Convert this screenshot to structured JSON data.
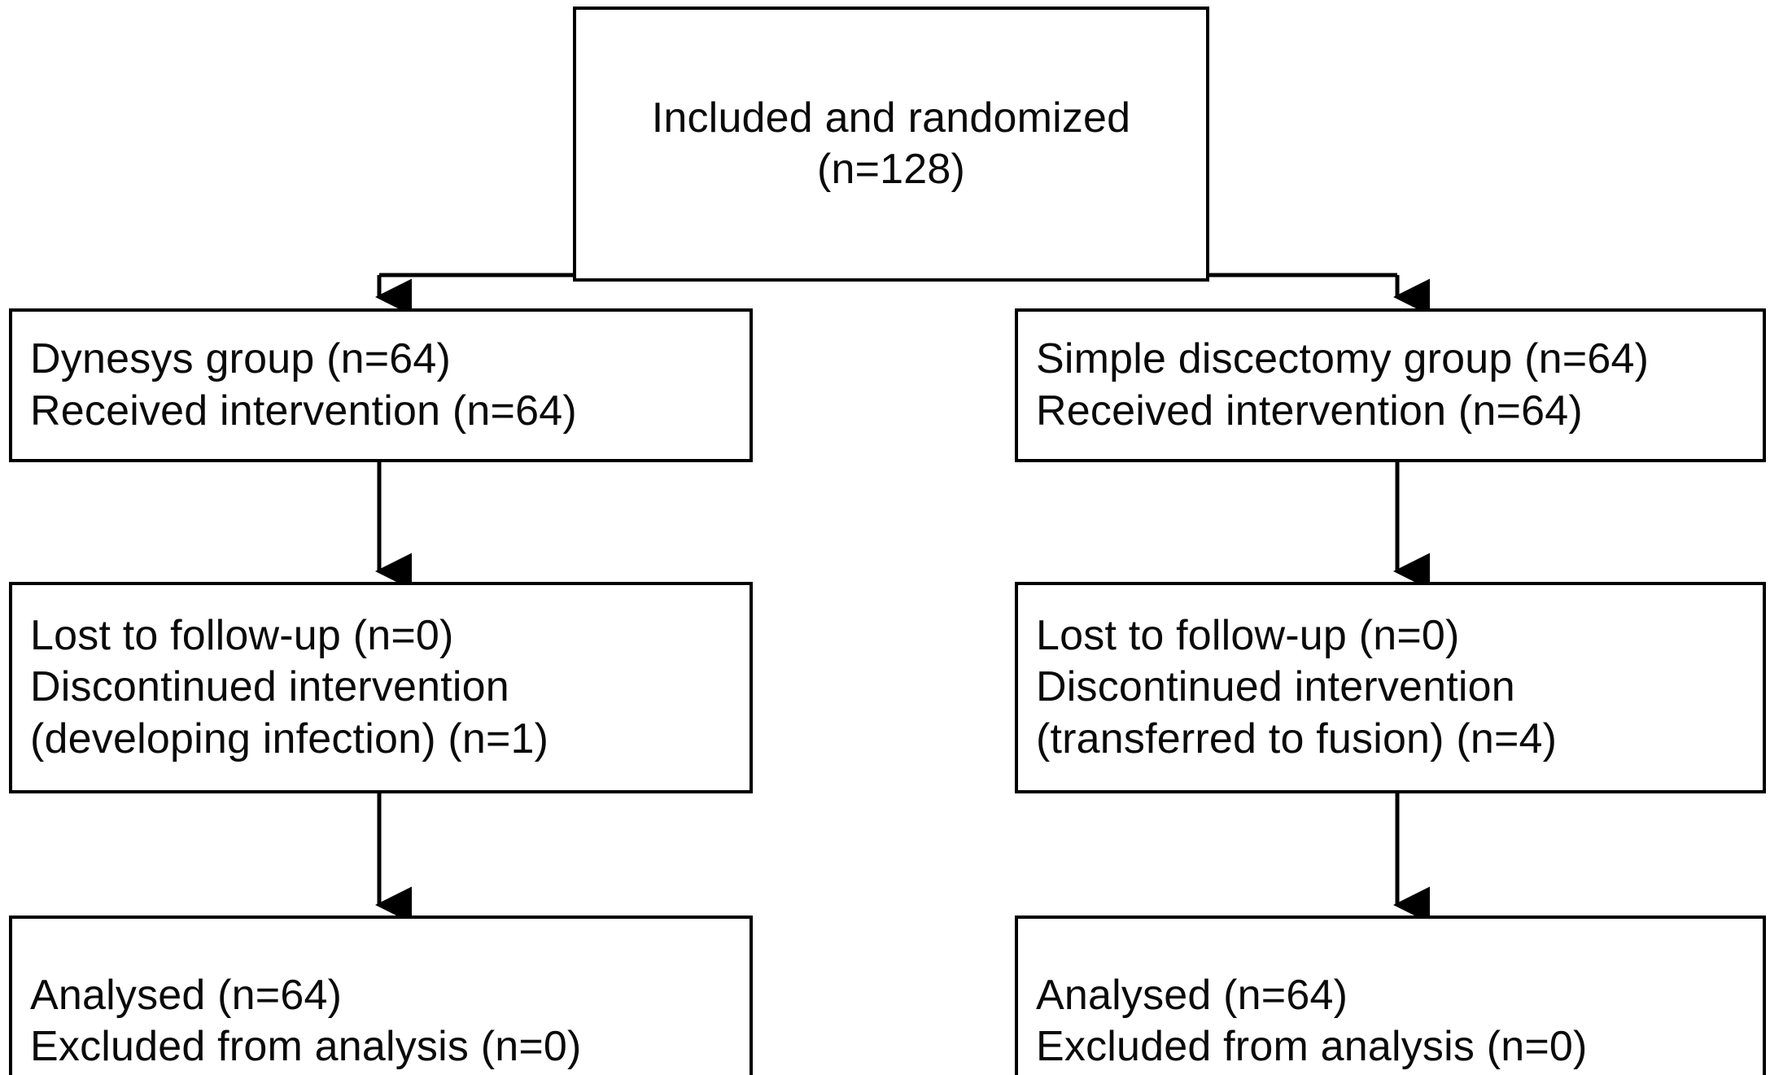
{
  "diagram": {
    "type": "consort-flow-diagram",
    "title": "CONSORT participant flow diagram",
    "background_color": "#ffffff",
    "line_color": "#000000",
    "text_color": "#0a0a0a",
    "enrollment": {
      "lines": [
        "Included and randomized",
        "(n=128)"
      ]
    },
    "arms": [
      {
        "arm_id": "left",
        "allocation": {
          "lines": [
            "Dynesys group (n=64)",
            "Received intervention (n=64)"
          ]
        },
        "followup": {
          "lines": [
            "Lost to follow-up (n=0)",
            "Discontinued intervention",
            "(developing infection) (n=1)"
          ]
        },
        "analysis": {
          "lines": [
            "Analysed (n=64)",
            "Excluded from analysis (n=0)"
          ]
        }
      },
      {
        "arm_id": "right",
        "allocation": {
          "lines": [
            "Simple discectomy group (n=64)",
            "Received intervention (n=64)"
          ]
        },
        "followup": {
          "lines": [
            "Lost to follow-up (n=0)",
            "Discontinued intervention",
            "(transferred to fusion) (n=4)"
          ]
        },
        "analysis": {
          "lines": [
            "Analysed (n=64)",
            "Excluded from analysis (n=0)"
          ]
        }
      }
    ],
    "connectors": [
      {
        "name": "split-connector",
        "from": "enrollment",
        "to": [
          "left-allocation",
          "right-allocation"
        ],
        "style": "orthogonal-arrow"
      },
      {
        "name": "left-allocation-to-followup",
        "from": "left-allocation",
        "to": "left-followup",
        "style": "straight-arrow"
      },
      {
        "name": "right-allocation-to-followup",
        "from": "right-allocation",
        "to": "right-followup",
        "style": "straight-arrow"
      },
      {
        "name": "left-followup-to-analysis",
        "from": "left-followup",
        "to": "left-analysis",
        "style": "straight-arrow"
      },
      {
        "name": "right-followup-to-analysis",
        "from": "right-followup",
        "to": "right-analysis",
        "style": "straight-arrow"
      }
    ]
  }
}
